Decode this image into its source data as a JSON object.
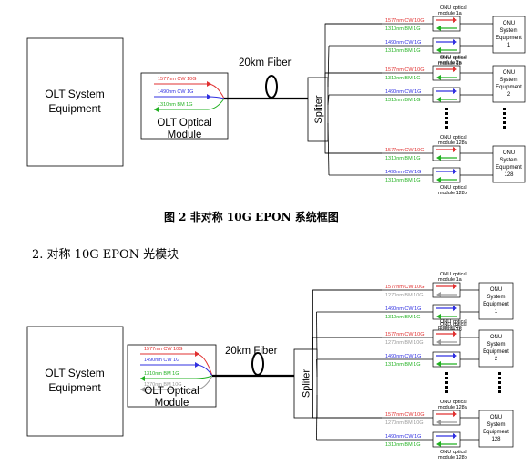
{
  "diagram1": {
    "olt_system": [
      "OLT System",
      "Equipment"
    ],
    "olt_optical": [
      "OLT Optical",
      "Module"
    ],
    "fiber_label": "20km Fiber",
    "splitter_label": "Spliter",
    "olt_wavelengths": [
      "1577nm CW 10G",
      "1490nm CW 1G",
      "1310nm BM 1G"
    ],
    "onu_wavelengths": [
      "1577nm CW 10G",
      "1310nm BM 1G",
      "1490nm CW 1G",
      "1310nm BM 1G"
    ],
    "onus": [
      {
        "top": "ONU optical",
        "top2": "module 1a",
        "bottom": "ONU optical",
        "bottom2": "module 1b",
        "eq": [
          "ONU",
          "System",
          "Equipment",
          "1"
        ]
      },
      {
        "top": "ONU optical",
        "top2": "module 2a",
        "bottom": "",
        "bottom2": "",
        "eq": [
          "ONU",
          "System",
          "Equipment",
          "2"
        ]
      },
      {
        "top": "ONU optical",
        "top2": "module 128a",
        "bottom": "ONU optical",
        "bottom2": "module 128b",
        "eq": [
          "ONU",
          "System",
          "Equipment",
          "128"
        ]
      }
    ]
  },
  "caption": "图 2 非对称 10G EPON 系统框图",
  "heading2": "2.   对称 10G EPON 光模块",
  "diagram2": {
    "olt_system": [
      "OLT System",
      "Equipment"
    ],
    "olt_optical": [
      "OLT Optical",
      "Module"
    ],
    "fiber_label": "20km Fiber",
    "splitter_label": "Spliter",
    "olt_wavelengths": [
      "1577nm CW 10G",
      "1490nm CW 1G",
      "1310nm BM 1G",
      "1270nm BM 10G"
    ],
    "onu_wavelengths": [
      "1577nm CW 10G",
      "1270nm BM 10G",
      "1490nm CW 1G",
      "1310nm BM 1G"
    ],
    "onus": [
      {
        "top": "ONU optical",
        "top2": "module 1a",
        "bottom": "ONU optical",
        "bottom2": "module 1b",
        "eq": [
          "ONU",
          "System",
          "Equipment",
          "1"
        ]
      },
      {
        "top": "ONU optical",
        "top2": "module 2a",
        "bottom": "",
        "bottom2": "",
        "eq": [
          "ONU",
          "System",
          "Equipment",
          "2"
        ]
      },
      {
        "top": "ONU optical",
        "top2": "module 128a",
        "bottom": "ONU optical",
        "bottom2": "module 128b",
        "eq": [
          "ONU",
          "System",
          "Equipment",
          "128"
        ]
      }
    ]
  },
  "colors": {
    "red": "#e03030",
    "blue": "#3030e0",
    "green": "#20b020",
    "gray": "#999999"
  }
}
